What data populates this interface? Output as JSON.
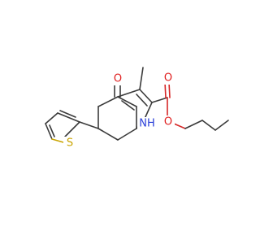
{
  "atom_labels": {
    "ketone_oxygen": "O",
    "ester_carbonyl_oxygen": "O",
    "ester_ether_oxygen": "O",
    "ring_nitrogen": "NH",
    "thiophene_sulfur": "S"
  },
  "colors": {
    "bond": "#3a3a3a",
    "oxygen": "#e02020",
    "nitrogen": "#2a3fd8",
    "sulfur": "#c9a400",
    "background": "#ffffff"
  }
}
